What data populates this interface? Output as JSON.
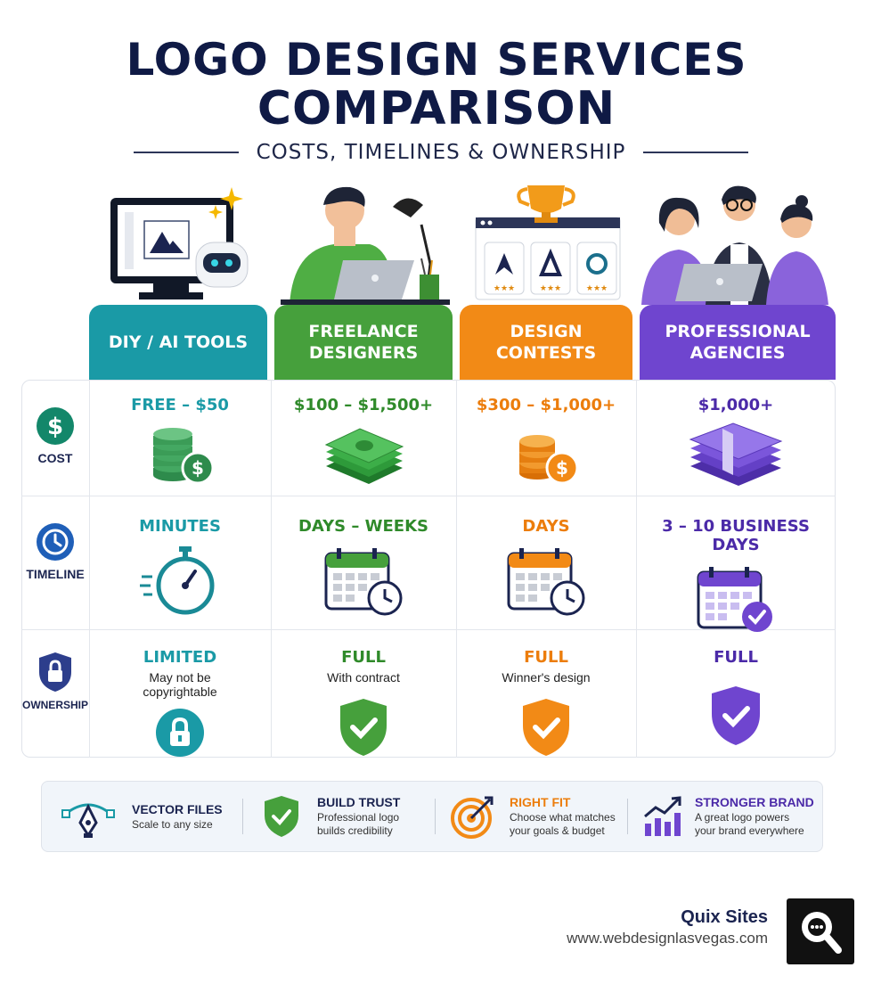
{
  "title": {
    "line1": "LOGO DESIGN SERVICES",
    "line2": "COMPARISON"
  },
  "subtitle": "COSTS, TIMELINES & OWNERSHIP",
  "columns": [
    {
      "label_line1": "DIY / AI TOOLS",
      "label_line2": "",
      "color": "#1a9aa6",
      "cost": "FREE – $50",
      "timeline": "MINUTES",
      "ownership": "LIMITED",
      "ownership_note_line1": "May not be",
      "ownership_note_line2": "copyrightable"
    },
    {
      "label_line1": "FREELANCE",
      "label_line2": "DESIGNERS",
      "color": "#46a03c",
      "cost": "$100 – $1,500+",
      "timeline": "DAYS – WEEKS",
      "ownership": "FULL",
      "ownership_note_line1": "With contract",
      "ownership_note_line2": ""
    },
    {
      "label_line1": "DESIGN",
      "label_line2": "CONTESTS",
      "color": "#f28a16",
      "cost": "$300 – $1,000+",
      "timeline": "DAYS",
      "ownership": "FULL",
      "ownership_note_line1": "Winner's design",
      "ownership_note_line2": ""
    },
    {
      "label_line1": "PROFESSIONAL",
      "label_line2": "AGENCIES",
      "color": "#6f45cf",
      "cost": "$1,000+",
      "timeline": "3 – 10 BUSINESS DAYS",
      "ownership": "FULL",
      "ownership_note_line1": "",
      "ownership_note_line2": ""
    }
  ],
  "row_labels": {
    "cost": "COST",
    "timeline": "TIMELINE",
    "ownership": "OWNERSHIP"
  },
  "features": [
    {
      "title": "VECTOR FILES",
      "desc_line1": "Scale to any size",
      "desc_line2": "",
      "color": "#1a9aa6"
    },
    {
      "title": "BUILD TRUST",
      "desc_line1": "Professional logo",
      "desc_line2": "builds credibility",
      "color": "#46a03c"
    },
    {
      "title": "RIGHT FIT",
      "desc_line1": "Choose what matches",
      "desc_line2": "your goals & budget",
      "color": "#f28a16"
    },
    {
      "title": "STRONGER BRAND",
      "desc_line1": "A great logo powers",
      "desc_line2": "your brand everywhere",
      "color": "#6f45cf"
    }
  ],
  "brand": {
    "name": "Quix Sites",
    "url": "www.webdesignlasvegas.com"
  },
  "colors": {
    "navy": "#0f1a45",
    "teal": "#1a9aa6",
    "green": "#46a03c",
    "orange": "#f28a16",
    "purple": "#6f45cf",
    "cost_icon": "#13876a",
    "timeline_icon": "#1f5fb8",
    "ownership_icon": "#2d3e8c"
  },
  "icons": {
    "row_cost": "dollar-icon",
    "row_timeline": "clock-icon",
    "row_ownership": "padlock-icon",
    "diy": "computer-robot-icon",
    "freelance": "designer-laptop-icon",
    "contests": "trophy-browser-icon",
    "agencies": "team-laptop-icon",
    "features": [
      "pen-tool-icon",
      "shield-check-icon",
      "target-icon",
      "growth-chart-icon"
    ]
  }
}
